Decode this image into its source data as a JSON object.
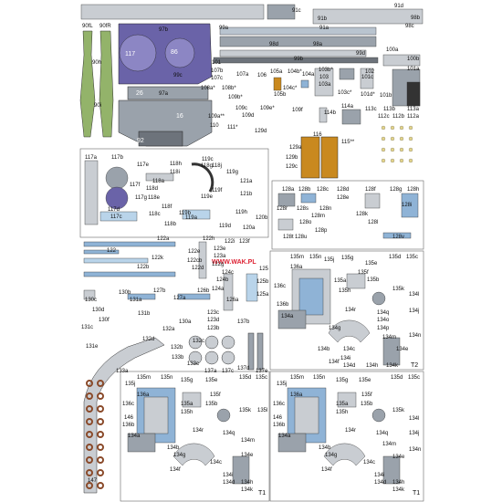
{
  "colors": {
    "grey": "#9aa2ab",
    "darkgrey": "#6d737b",
    "lightgrey": "#c9cdd2",
    "purple": "#6a63a8",
    "green": "#93b36a",
    "blue": "#8fb3d6",
    "lightblue": "#b9d4ea",
    "orange": "#c9891f",
    "black": "#1f1f1f"
  },
  "watermark": "WWW.WAK.PL",
  "labels": {
    "p97b": "97b",
    "p90fl": "90fL",
    "p90fr": "90fR",
    "p91c": "91c",
    "p91b": "91b",
    "p91d": "91d",
    "p98b": "98b",
    "p98c": "98c",
    "p99a": "99a",
    "p91a": "91a",
    "p98d": "98d",
    "p98a": "98a",
    "p99d": "99d",
    "p100a": "100a",
    "p100b": "100b",
    "p99b": "99b",
    "p101a": "101a",
    "p90h": "90h",
    "p117": "117",
    "p86": "86",
    "p101": "101",
    "p99c": "99c",
    "p107b": "107b",
    "p107c": "107c",
    "p107a": "107a",
    "p106": "106",
    "p105a": "105a",
    "p104b": "104b*",
    "p104a": "104a",
    "p103b": "103b*",
    "p103": "103",
    "p102": "102",
    "p101c": "101c",
    "p101b": "101b",
    "p101d": "101d*",
    "p108a": "108a*",
    "p108b": "108b*",
    "p109b": "109b*",
    "p104c": "104c*",
    "p105b": "105b",
    "p103a": "103a",
    "p103c": "103c*",
    "p97a": "97a",
    "p26": "26",
    "p90i": "90i",
    "p16": "16",
    "p92": "92",
    "p109a": "109a**",
    "p109c": "109c",
    "p109d": "109d",
    "p109e": "109e*",
    "p109f": "109f",
    "p114a": "114a",
    "p114b": "114b",
    "p113c": "113c",
    "p113b": "113b",
    "p113a": "113a",
    "p112c": "112c",
    "p112b": "112b",
    "p112a": "112a",
    "p110": "110",
    "p111": "111*",
    "p129d": "129d",
    "p116": "116",
    "p115": "115**",
    "p129a": "129a",
    "p129b": "129b",
    "p129c": "129c",
    "p117a": "117a",
    "p117b": "117b",
    "p117e": "117e",
    "p118h": "118h",
    "p119c": "119c",
    "p118i": "118i",
    "p118g": "118g",
    "p118j": "118j",
    "p119g": "119g",
    "p118a": "118a",
    "p118d": "118d",
    "p117f": "117f",
    "p117g": "117g",
    "p118e": "118e",
    "p119f": "119f",
    "p121a": "121a",
    "p118f": "118f",
    "p119e": "119e",
    "p121b": "121b",
    "p117d": "117d",
    "p117c": "117c",
    "p118c": "118c",
    "p119b": "119b",
    "p119a": "119a",
    "p119h": "119h",
    "p120b": "120b",
    "p118b": "118b",
    "p119d": "119d",
    "p120a": "120a",
    "p128a": "128a",
    "p128b": "128b",
    "p128c": "128c",
    "p128d": "128d",
    "p128f": "128f",
    "p128g": "128g",
    "p128h": "128h",
    "p128e": "128e",
    "p128i": "128i",
    "p128k": "128k",
    "p128r": "128r",
    "p128s": "128s",
    "p128n": "128n",
    "p128m": "128m",
    "p128o": "128o",
    "p128p": "128p",
    "p128l": "128l",
    "p128t": "128t",
    "p128u": "128u",
    "p128v": "128v",
    "p122a": "122a",
    "p122h": "122h",
    "p122i": "122i",
    "p123f": "123f",
    "p123e": "123e",
    "p122": "122",
    "p122e": "122e",
    "p122k": "122k",
    "p122cb": "122cb",
    "p123a": "123a",
    "p122b": "122b",
    "p122d": "122d",
    "p122g": "122g",
    "p124c": "124c",
    "p124b": "124b",
    "p125": "125",
    "p125b": "125b",
    "p124a": "124a",
    "p125a": "125a",
    "p130c": "130c",
    "p130b": "130b",
    "p131a": "131a",
    "p127b": "127b",
    "p127a": "127a",
    "p126b": "126b",
    "p126a": "126a",
    "p130d": "130d",
    "p131b": "131b",
    "p130f": "130f",
    "p131c": "131c",
    "p130a": "130a",
    "p123c": "123c",
    "p123d": "123d",
    "p123b": "123b",
    "p132a": "132a",
    "p137b": "137b",
    "p131e": "131e",
    "p132d": "132d",
    "p132c": "132c",
    "p132b": "132b",
    "p133b": "133b",
    "p133c": "133c",
    "p133a": "133a",
    "p137a": "137a",
    "p137c": "137c",
    "p137d": "137d",
    "p137e": "137e",
    "p135m": "135m",
    "p135n": "135n",
    "p135j": "135j",
    "p135g": "135g",
    "p135c": "135c",
    "p136a": "136a",
    "p135f": "135f",
    "p135a": "135a",
    "p135b": "135b",
    "p135h": "135h",
    "p135k": "135k",
    "p136c": "136c",
    "p136b": "136b",
    "p134l": "134l",
    "p134a": "134a",
    "p134r": "134r",
    "p134q": "134q",
    "p134j": "134j",
    "p134g": "134g",
    "p134b": "134b",
    "p134m": "134m",
    "p134n": "134n",
    "p134c": "134c",
    "p134e": "134e",
    "p134f": "134f",
    "p134i": "134i",
    "p134d": "134d",
    "p134h": "134h",
    "p134k": "134k",
    "p135d": "135d",
    "p135e": "135e",
    "p135l": "135l",
    "p134o": "134o",
    "p134p": "134p",
    "pT2": "T2",
    "pT1": "T1",
    "p146": "146",
    "p147": "147"
  }
}
